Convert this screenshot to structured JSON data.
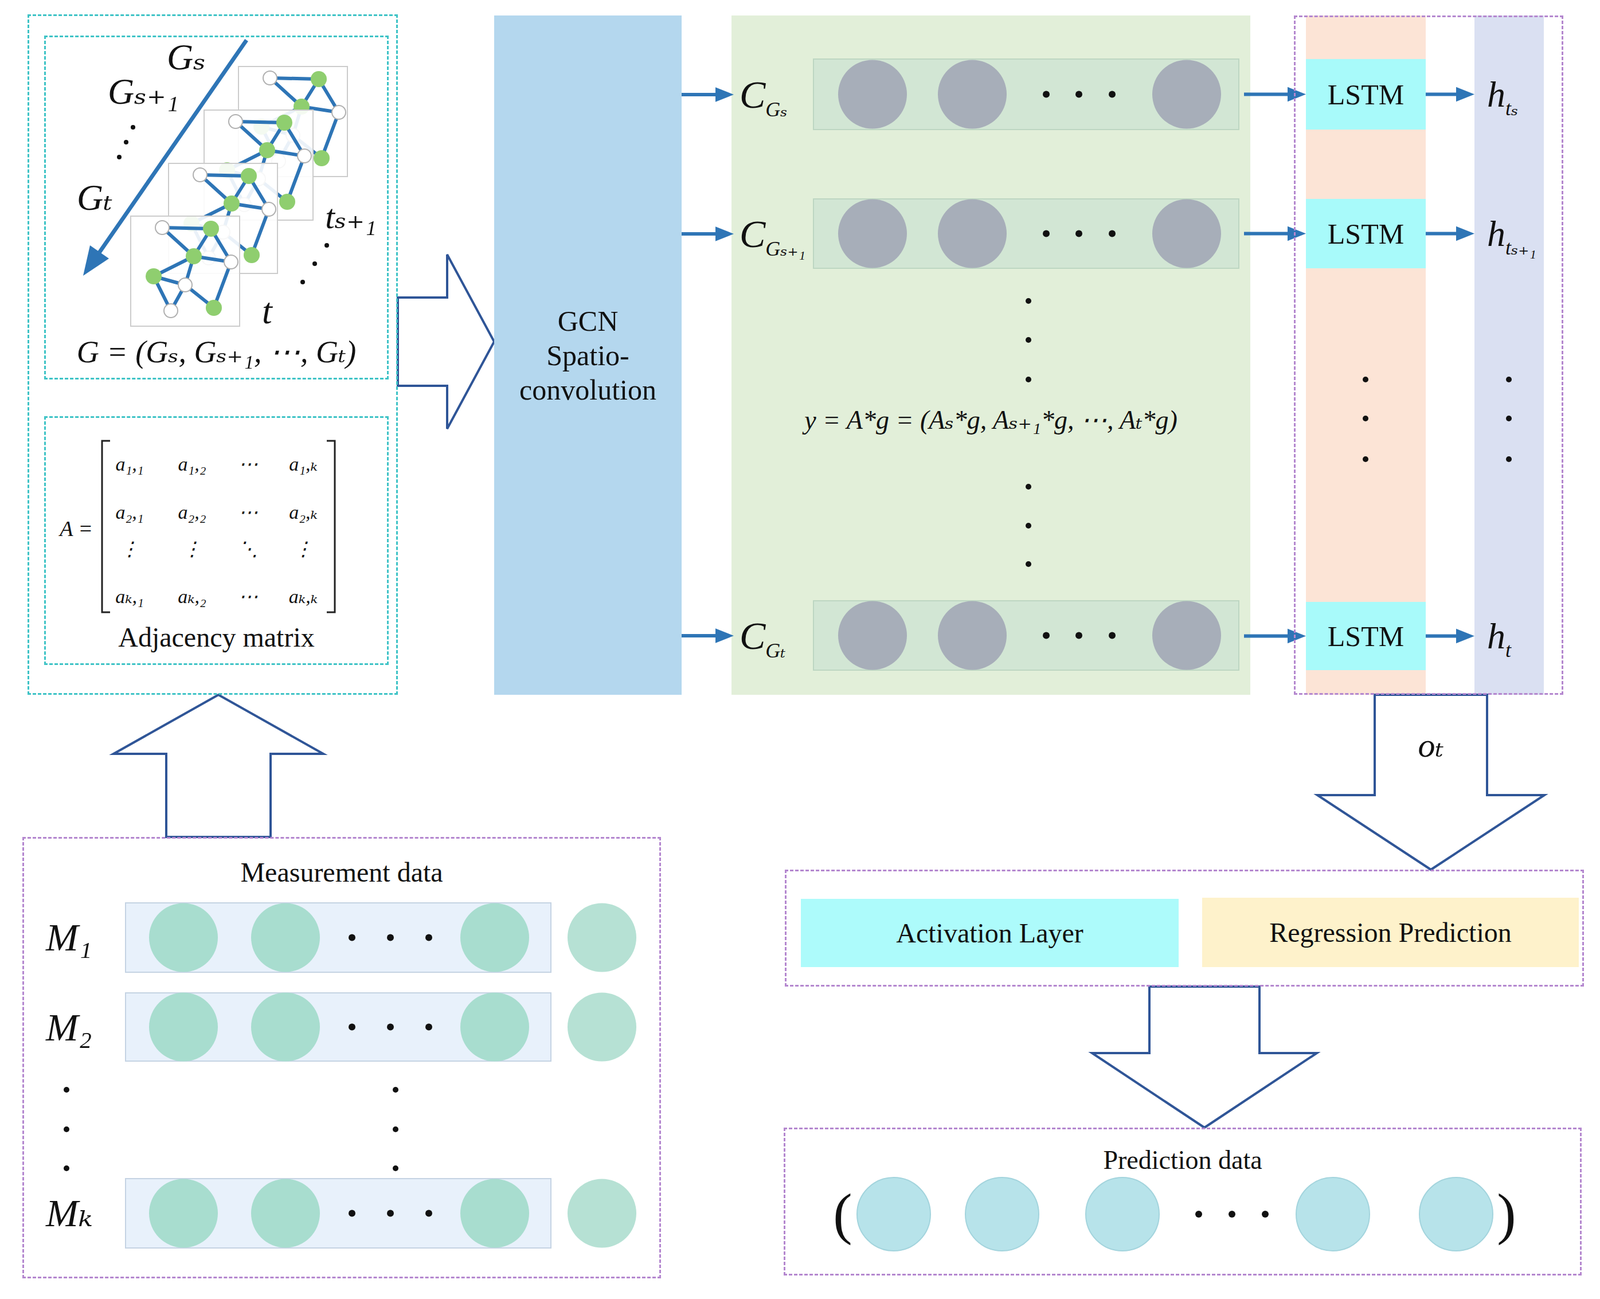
{
  "diagram": {
    "nodes": [
      {
        "text": []
      },
      {
        "text": [
          "G = (Gₛ, Gₛ₊₁, ⋯, Gₜ)"
        ],
        "in": 0
      },
      {
        "text": [
          "Adjacency matrix"
        ],
        "in": 0
      },
      {
        "text": [
          "GCN Spatio- convolution"
        ]
      },
      {
        "text": [
          "y = A*g = (Aₛ*g, Aₛ₊₁*g, ⋯, Aₜ*g)"
        ]
      },
      {
        "text": [
          "C",
          "Gₛ"
        ],
        "in": 4
      },
      {
        "text": [
          "C",
          "Gₛ₊₁"
        ],
        "in": 4
      },
      {
        "text": [
          "C",
          "Gₜ"
        ],
        "in": 4
      },
      {
        "text": []
      },
      {
        "text": [
          "LSTM"
        ],
        "in": 8
      },
      {
        "text": [
          "h",
          "tₛ"
        ],
        "in": 8
      },
      {
        "text": [
          "LSTM"
        ],
        "in": 8
      },
      {
        "text": [
          "h",
          "tₛ₊₁"
        ],
        "in": 8
      },
      {
        "text": [
          "LSTM"
        ],
        "in": 8
      },
      {
        "text": [
          "h",
          "t"
        ],
        "in": 8
      },
      {
        "text": []
      },
      {
        "text": [
          "Activation Layer"
        ],
        "in": 15
      },
      {
        "text": [
          "Regression Prediction"
        ],
        "in": 15
      },
      {
        "text": [
          "Prediction data"
        ]
      },
      {
        "text": [
          "Measurement data"
        ]
      },
      {
        "text": [
          "M₁"
        ],
        "in": 19
      },
      {
        "text": [
          "M₂"
        ],
        "in": 19
      },
      {
        "text": [
          "Mₖ"
        ],
        "in": 19
      }
    ],
    "edges": [
      {
        "from": 19,
        "to": 0,
        "arrow": "to"
      },
      {
        "from": 0,
        "to": 3,
        "arrow": "to"
      },
      {
        "from": 3,
        "to": 5,
        "arrow": "to"
      },
      {
        "from": 3,
        "to": 6,
        "arrow": "to"
      },
      {
        "from": 3,
        "to": 7,
        "arrow": "to"
      },
      {
        "from": 5,
        "to": 9,
        "arrow": "to"
      },
      {
        "from": 6,
        "to": 11,
        "arrow": "to"
      },
      {
        "from": 7,
        "to": 13,
        "arrow": "to"
      },
      {
        "from": 9,
        "to": 10,
        "arrow": "to"
      },
      {
        "from": 11,
        "to": 12,
        "arrow": "to"
      },
      {
        "from": 13,
        "to": 14,
        "arrow": "to"
      },
      {
        "from": 8,
        "to": 15,
        "label": "oₜ",
        "arrow": "to"
      },
      {
        "from": 15,
        "to": 18,
        "arrow": "to"
      }
    ],
    "labels": [
      "Gₛ",
      "Gₛ₊₁",
      "Gₜ",
      "tₛ₊₁",
      "t",
      "A =",
      "a₁,₁",
      "a₁,₂",
      "⋯",
      "a₁,ₖ",
      "a₂,₁",
      "a₂,₂",
      "⋯",
      "a₂,ₖ",
      "⋮",
      "⋮",
      "⋱",
      "⋮",
      "aₖ,₁",
      "aₖ,₂",
      "⋯",
      "aₖ,ₖ",
      "(",
      ")"
    ]
  }
}
